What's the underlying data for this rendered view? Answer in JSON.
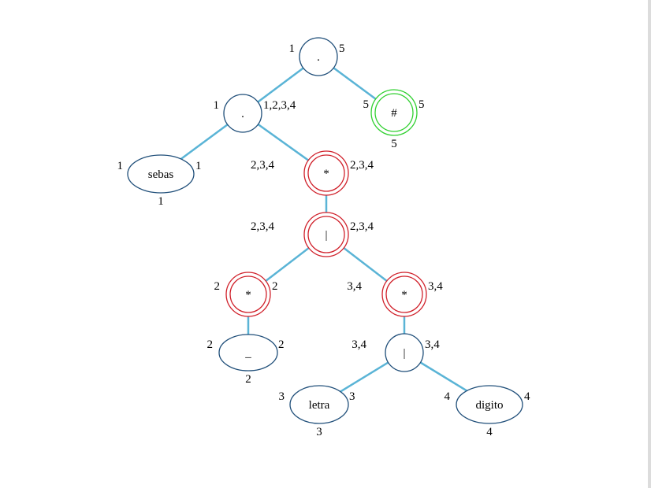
{
  "colors": {
    "edge": "#5ab4d6",
    "node_stroke": "#1f4e79",
    "nullable_stroke": "#d0202a",
    "accept_stroke": "#30d030"
  },
  "nodes": [
    {
      "id": "n1",
      "label": ".",
      "shape": "circle",
      "style": "normal",
      "first": "1",
      "last": "5",
      "follow": ""
    },
    {
      "id": "n2",
      "label": ".",
      "shape": "circle",
      "style": "normal",
      "first": "1",
      "last": "1,2,3,4",
      "follow": ""
    },
    {
      "id": "n3",
      "label": "#",
      "shape": "circle",
      "style": "accept",
      "first": "5",
      "last": "5",
      "follow": "5"
    },
    {
      "id": "n4",
      "label": "sebas",
      "shape": "ellipse",
      "style": "normal",
      "first": "1",
      "last": "1",
      "follow": "1"
    },
    {
      "id": "n5",
      "label": "*",
      "shape": "circle",
      "style": "nullable",
      "first": "2,3,4",
      "last": "2,3,4",
      "follow": ""
    },
    {
      "id": "n6",
      "label": "|",
      "shape": "circle",
      "style": "nullable",
      "first": "2,3,4",
      "last": "2,3,4",
      "follow": ""
    },
    {
      "id": "n7",
      "label": "*",
      "shape": "circle",
      "style": "nullable",
      "first": "2",
      "last": "2",
      "follow": ""
    },
    {
      "id": "n8",
      "label": "*",
      "shape": "circle",
      "style": "nullable",
      "first": "3,4",
      "last": "3,4",
      "follow": ""
    },
    {
      "id": "n9",
      "label": "_",
      "shape": "ellipse",
      "style": "normal",
      "first": "2",
      "last": "2",
      "follow": "2"
    },
    {
      "id": "n10",
      "label": "|",
      "shape": "circle",
      "style": "normal",
      "first": "3,4",
      "last": "3,4",
      "follow": ""
    },
    {
      "id": "n11",
      "label": "letra",
      "shape": "ellipse",
      "style": "normal",
      "first": "3",
      "last": "3",
      "follow": "3"
    },
    {
      "id": "n12",
      "label": "digito",
      "shape": "ellipse",
      "style": "normal",
      "first": "4",
      "last": "4",
      "follow": "4"
    }
  ],
  "edges": [
    [
      "n1",
      "n2"
    ],
    [
      "n1",
      "n3"
    ],
    [
      "n2",
      "n4"
    ],
    [
      "n2",
      "n5"
    ],
    [
      "n5",
      "n6"
    ],
    [
      "n6",
      "n7"
    ],
    [
      "n6",
      "n8"
    ],
    [
      "n7",
      "n9"
    ],
    [
      "n8",
      "n10"
    ],
    [
      "n10",
      "n11"
    ],
    [
      "n10",
      "n12"
    ]
  ]
}
